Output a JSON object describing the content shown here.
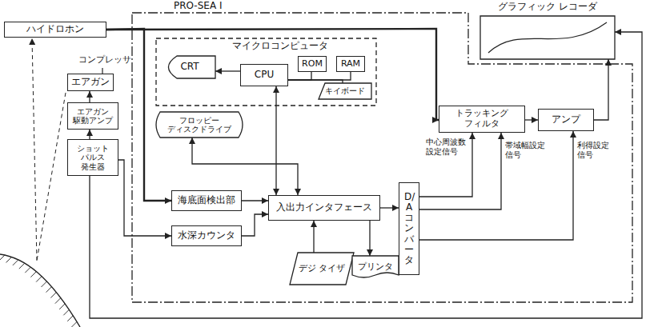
{
  "diagram": {
    "nodes": [
      {
        "text": [
          "PRO-SEA I"
        ]
      },
      {
        "text": [
          "ハイドロホン"
        ]
      },
      {
        "text": [
          "グラフィック レコーダ"
        ]
      },
      {
        "text": [
          "マイクロコンピュータ"
        ],
        "in": 0
      },
      {
        "text": [
          "CRT"
        ],
        "in": 3
      },
      {
        "text": [
          "CPU"
        ],
        "in": 3
      },
      {
        "text": [
          "ROM"
        ],
        "in": 3
      },
      {
        "text": [
          "RAM"
        ],
        "in": 3
      },
      {
        "text": [
          "キイボード"
        ],
        "in": 3
      },
      {
        "text": [
          "フロッピー ディスクドライブ"
        ],
        "in": 0
      },
      {
        "text": [
          "エアガン"
        ]
      },
      {
        "text": [
          "エアガン 駆動アンプ"
        ]
      },
      {
        "text": [
          "ショット パルス 発生器"
        ]
      },
      {
        "text": [
          "海底面検出部"
        ],
        "in": 0
      },
      {
        "text": [
          "水深カウンタ"
        ],
        "in": 0
      },
      {
        "text": [
          "入出力インタフェース"
        ],
        "in": 0
      },
      {
        "text": [
          "D/Aコンバータ"
        ],
        "in": 0
      },
      {
        "text": [
          "トラッキング フィルタ"
        ],
        "in": 0
      },
      {
        "text": [
          "アンプ"
        ],
        "in": 0
      },
      {
        "text": [
          "デジ タイザ"
        ],
        "in": 0
      },
      {
        "text": [
          "プリンタ"
        ],
        "in": 0
      }
    ],
    "edges": [
      {
        "from": 1,
        "to": 17,
        "arrow": "to"
      },
      {
        "from": 1,
        "to": 13,
        "arrow": "to"
      },
      {
        "from": 17,
        "to": 18,
        "arrow": "to"
      },
      {
        "from": 18,
        "to": 2,
        "arrow": "to"
      },
      {
        "from": 12,
        "to": 2,
        "arrow": "to"
      },
      {
        "from": 12,
        "to": 11,
        "arrow": "to"
      },
      {
        "from": 11,
        "to": 10,
        "arrow": "to"
      },
      {
        "from": 12,
        "to": 14,
        "arrow": "to"
      },
      {
        "from": 13,
        "to": 15,
        "arrow": "to"
      },
      {
        "from": 14,
        "to": 15,
        "arrow": "to"
      },
      {
        "from": 5,
        "to": 4,
        "arrow": "to"
      },
      {
        "from": 5,
        "to": 6,
        "arrow": "none"
      },
      {
        "from": 5,
        "to": 7,
        "arrow": "none"
      },
      {
        "from": 5,
        "to": 8,
        "arrow": "none"
      },
      {
        "from": 5,
        "to": 15,
        "arrow": "both"
      },
      {
        "from": 9,
        "to": 15,
        "arrow": "both"
      },
      {
        "from": 19,
        "to": 15,
        "arrow": "to"
      },
      {
        "from": 15,
        "to": 20,
        "arrow": "to"
      },
      {
        "from": 15,
        "to": 16,
        "arrow": "to"
      },
      {
        "from": 16,
        "to": 17,
        "label": "中心周波数 設定信号",
        "arrow": "to"
      },
      {
        "from": 16,
        "to": 17,
        "label": "帯域幅設定 信号",
        "arrow": "to"
      },
      {
        "from": 16,
        "to": 18,
        "label": "利得設定 信号",
        "arrow": "to"
      }
    ],
    "labels": [
      "コンプレッサ"
    ]
  }
}
